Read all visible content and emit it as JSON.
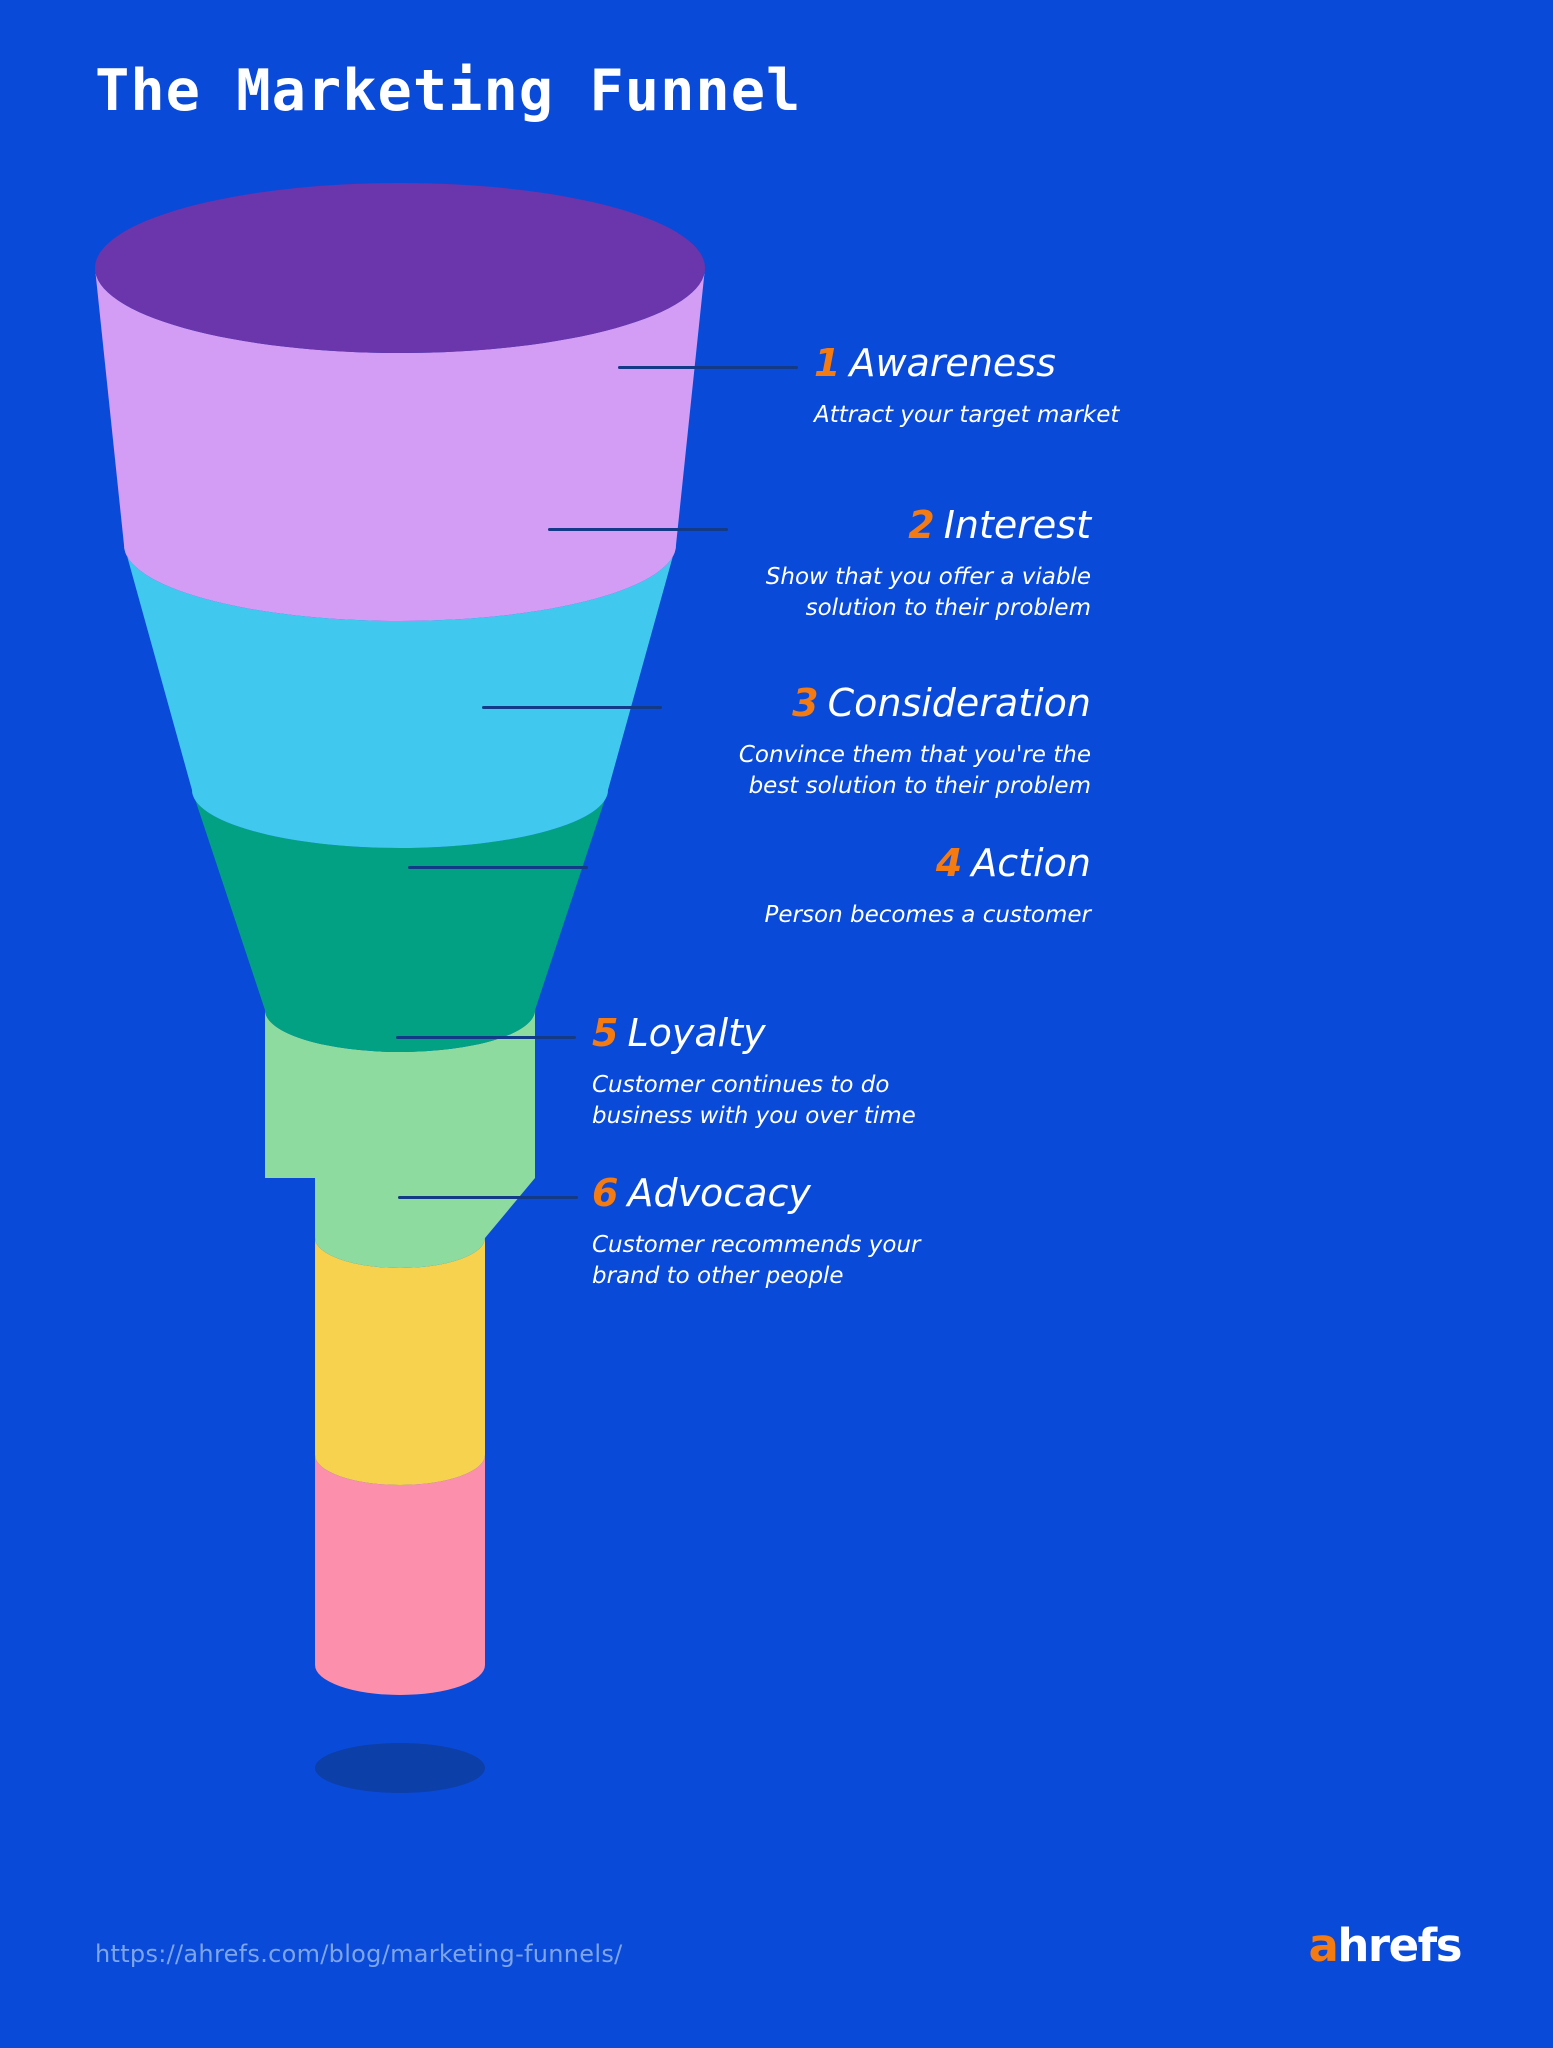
{
  "meta": {
    "title": "The Marketing Funnel",
    "background_color": "#0a4ad9",
    "accent_color": "#f47b12",
    "text_color": "#ffffff",
    "connector_color": "#123a87"
  },
  "chart_data": {
    "type": "funnel",
    "title": "The Marketing Funnel",
    "orientation": "vertical",
    "stages": [
      {
        "number": "1",
        "name": "Awareness",
        "description": "Attract your target market",
        "color": "#d39cf5",
        "align": "left"
      },
      {
        "number": "2",
        "name": "Interest",
        "description": "Show that you offer a viable\nsolution to their problem",
        "color": "#41c8ef",
        "align": "right"
      },
      {
        "number": "3",
        "name": "Consideration",
        "description": "Convince them that you're the\nbest solution to their problem",
        "color": "#03a184",
        "align": "right"
      },
      {
        "number": "4",
        "name": "Action",
        "description": "Person becomes a customer",
        "color": "#8ddb9e",
        "align": "right"
      },
      {
        "number": "5",
        "name": "Loyalty",
        "description": "Customer continues to do\nbusiness with you over time",
        "color": "#f7d24f",
        "align": "left"
      },
      {
        "number": "6",
        "name": "Advocacy",
        "description": "Customer recommends your\nbrand to other people",
        "color": "#fb8fac",
        "align": "left"
      }
    ],
    "top_cap_color": "#6b35ab",
    "shadow_color": "#0c3fa8"
  },
  "footer": {
    "url": "https://ahrefs.com/blog/marketing-funnels/",
    "logo_accent": "a",
    "logo_rest": "hrefs"
  }
}
